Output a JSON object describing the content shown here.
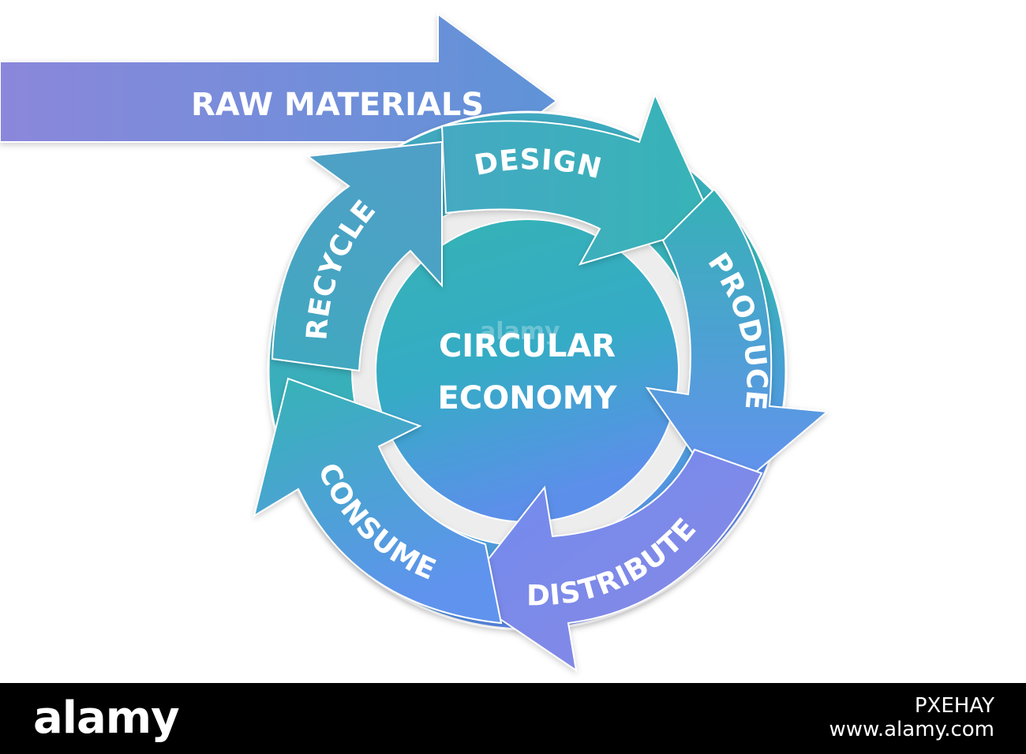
{
  "diagram": {
    "input_label": "RAW MATERIALS",
    "center_line1": "CIRCULAR",
    "center_line2": "ECONOMY",
    "steps": [
      "DESIGN",
      "PRODUCE",
      "DISTRIBUTE",
      "CONSUME",
      "RECYCLE"
    ]
  },
  "colors": {
    "purple": "#8A87D9",
    "blue": "#5B8EE6",
    "teal": "#37B2B8",
    "ring_gap": "#EDEDED"
  },
  "watermark": {
    "logo": "alamy",
    "image_id": "PXEHAY",
    "site": "www.alamy.com"
  }
}
